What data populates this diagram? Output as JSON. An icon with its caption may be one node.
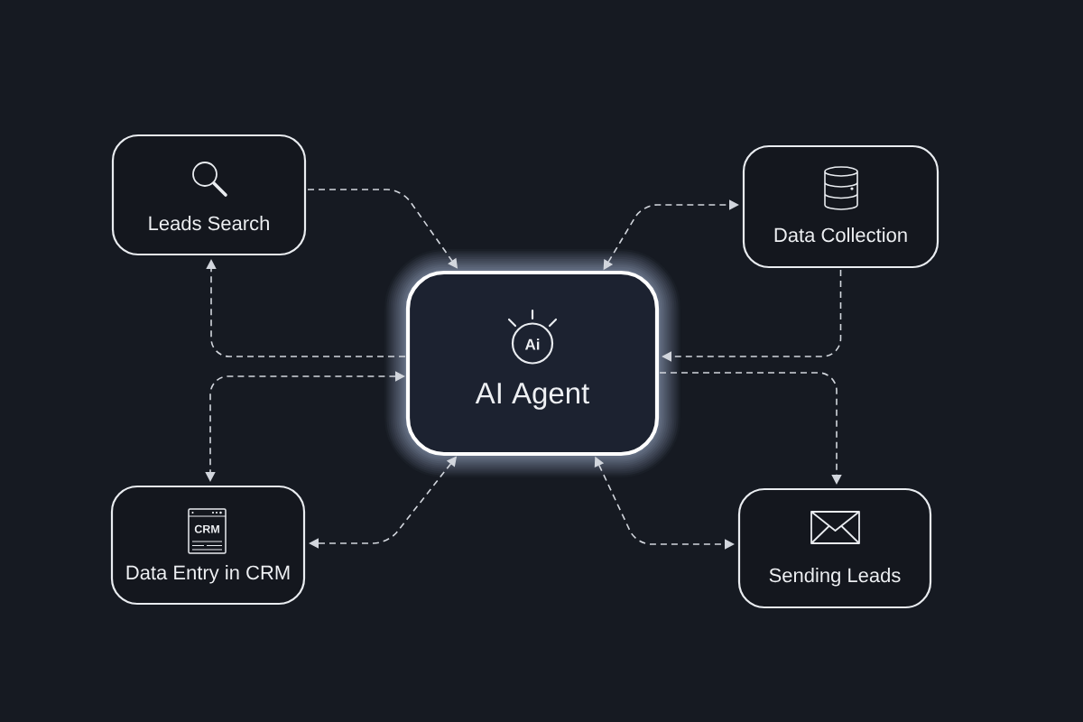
{
  "diagram": {
    "nodes": [
      {
        "text": [
          "Leads Search"
        ]
      },
      {
        "text": [
          "Data Collection"
        ]
      },
      {
        "text": [
          "Ai",
          "AI Agent"
        ]
      },
      {
        "text": [
          "CRM",
          "Data Entry in CRM"
        ]
      },
      {
        "text": [
          "Sending Leads"
        ]
      }
    ],
    "edges": [
      {
        "from": 0,
        "to": 2,
        "arrow": "to"
      },
      {
        "from": 2,
        "to": 1,
        "arrow": "both"
      },
      {
        "from": 2,
        "to": 0,
        "arrow": "to"
      },
      {
        "from": 1,
        "to": 2,
        "arrow": "to"
      },
      {
        "from": 2,
        "to": 3,
        "arrow": "both"
      },
      {
        "from": 2,
        "to": 4,
        "arrow": "to"
      },
      {
        "from": 2,
        "to": 3,
        "arrow": "both"
      },
      {
        "from": 2,
        "to": 4,
        "arrow": "both"
      }
    ]
  }
}
